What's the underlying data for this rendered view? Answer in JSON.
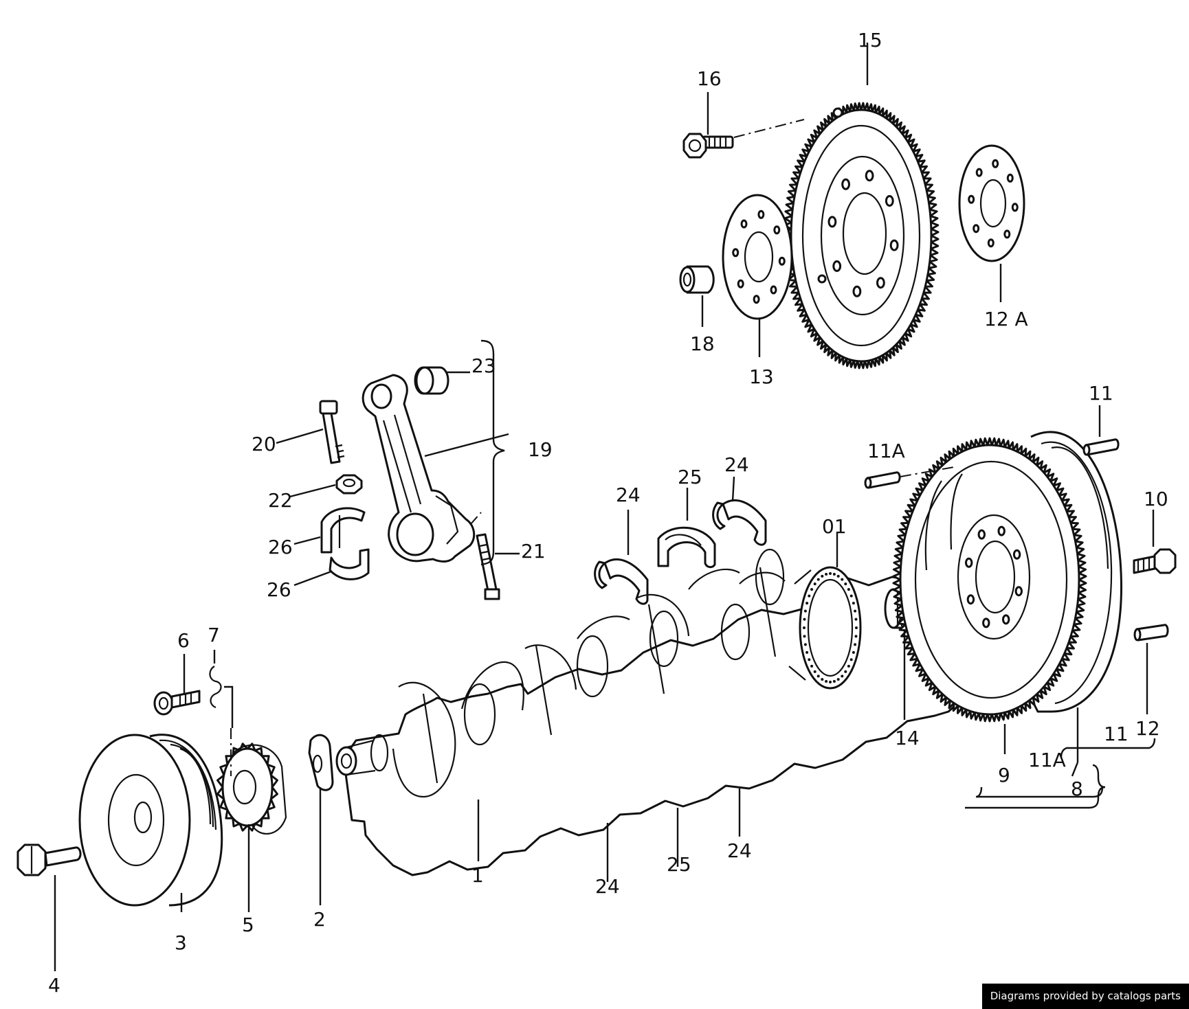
{
  "credit": "Diagrams provided by catalogs parts",
  "callouts": {
    "c15": "15",
    "c16": "16",
    "c18": "18",
    "c13": "13",
    "c12A": "12 A",
    "c23": "23",
    "c20": "20",
    "c19": "19",
    "c22": "22",
    "c26a": "26",
    "c26b": "26",
    "c21": "21",
    "c24a": "24",
    "c25a": "25",
    "c24b": "24",
    "c01": "01",
    "c11A_top": "11A",
    "c11_top": "11",
    "c10": "10",
    "c14": "14",
    "c11_bottom": "11",
    "c12": "12",
    "c11A_bottom": "11A",
    "c9": "9",
    "c8": "8",
    "c6": "6",
    "c7": "7",
    "c4": "4",
    "c3": "3",
    "c5": "5",
    "c2": "2",
    "c1": "1",
    "c24c": "24",
    "c25b": "25",
    "c24d": "24"
  }
}
